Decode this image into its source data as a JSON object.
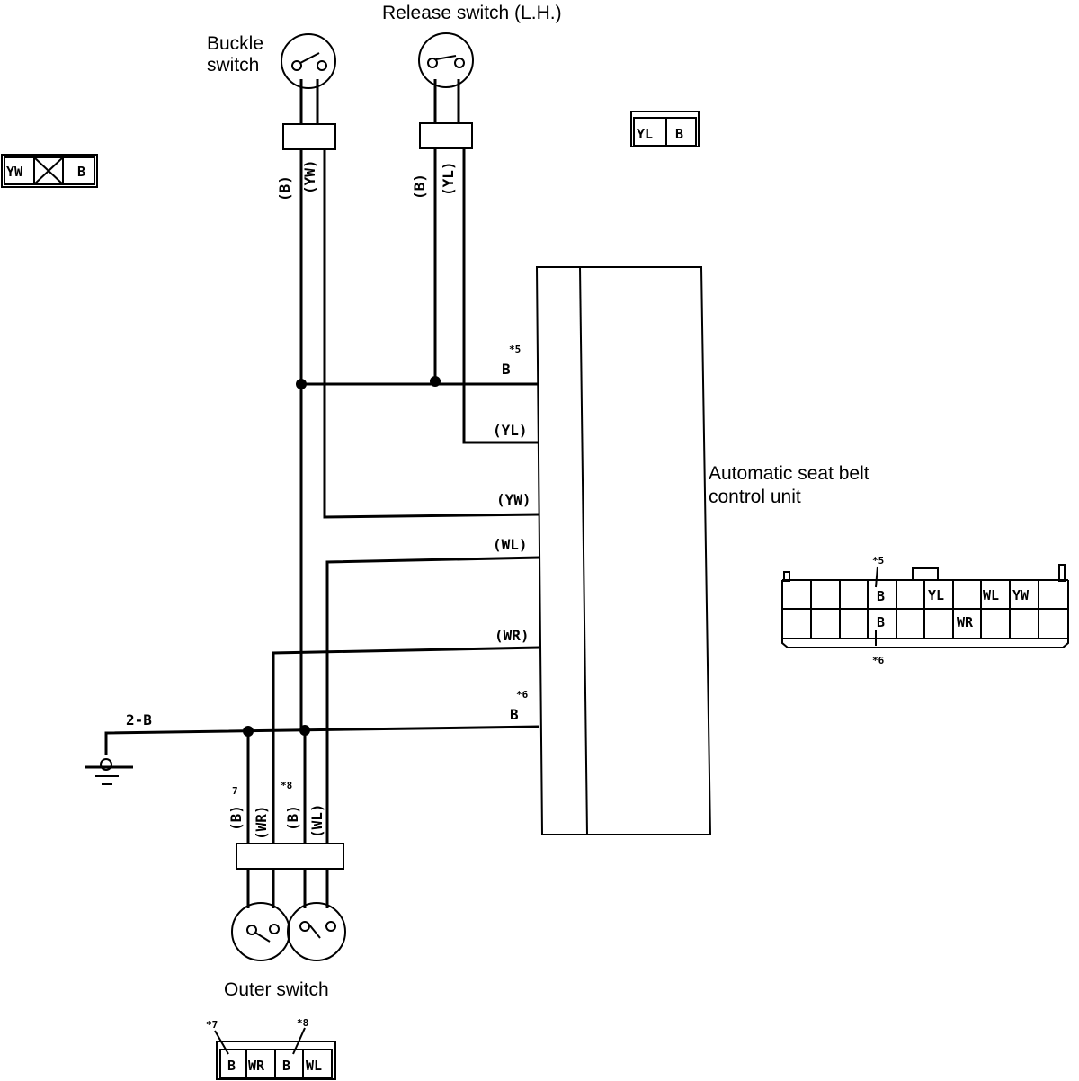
{
  "components": {
    "buckle_switch": [
      "Buckle",
      "switch"
    ],
    "release_switch": "Release switch (L.H.)",
    "control_unit": [
      "Automatic seat belt",
      "control unit"
    ],
    "outer_switch": "Outer switch"
  },
  "wires": {
    "buckle_b": "(B)",
    "buckle_yw": "(YW)",
    "release_b": "(B)",
    "release_yl": "(YL)",
    "unit_b_top": "B",
    "unit_yl": "(YL)",
    "unit_yw": "(YW)",
    "unit_wl": "(WL)",
    "unit_wr": "(WR)",
    "unit_b_bottom": "B",
    "ground": "2-B",
    "outer_b7": "(B)",
    "outer_wr": "(WR)",
    "outer_b8": "(B)",
    "outer_wl": "(WL)"
  },
  "refs": {
    "r5": "*5",
    "r6": "*6",
    "r7": "*7",
    "r8": "*8",
    "r7sup": "7",
    "r8sup": "8"
  },
  "connectors": {
    "buckle_connector": [
      "YW",
      "B"
    ],
    "release_connector": [
      "YL",
      "B"
    ],
    "unit_connector_top": [
      "B",
      "YL",
      "WL",
      "YW"
    ],
    "unit_connector_bottom": [
      "B",
      "WR"
    ],
    "outer_connector": [
      "B",
      "WR",
      "B",
      "WL"
    ]
  }
}
